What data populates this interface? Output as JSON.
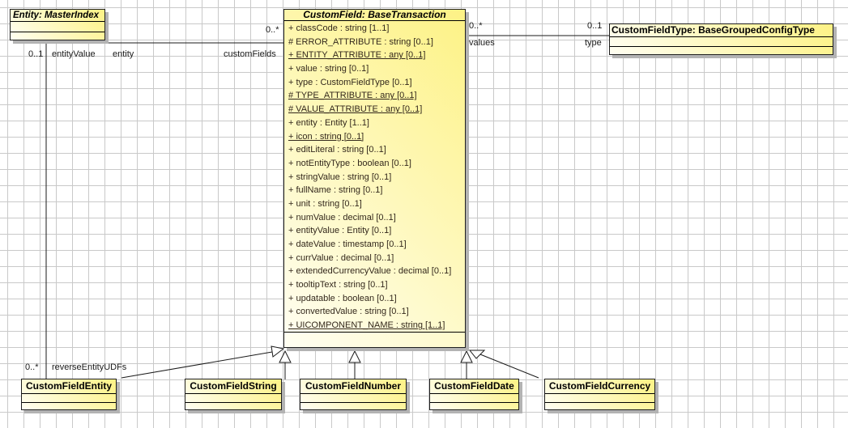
{
  "classes": {
    "entity": {
      "title": "Entity: MasterIndex",
      "abstract": true
    },
    "custom_field": {
      "title": "CustomField: BaseTransaction",
      "abstract": true,
      "attributes": [
        {
          "text": "+ classCode : string [1..1]",
          "underline": false
        },
        {
          "text": "# ERROR_ATTRIBUTE : string [0..1]",
          "underline": false
        },
        {
          "text": "+ ENTITY_ATTRIBUTE : any [0..1]",
          "underline": true
        },
        {
          "text": "+ value : string [0..1]",
          "underline": false
        },
        {
          "text": "+ type : CustomFieldType [0..1]",
          "underline": false
        },
        {
          "text": "# TYPE_ATTRIBUTE : any [0..1]",
          "underline": true
        },
        {
          "text": "# VALUE_ATTRIBUTE : any [0..1]",
          "underline": true
        },
        {
          "text": "+ entity : Entity [1..1]",
          "underline": false
        },
        {
          "text": "+ icon : string [0..1]",
          "underline": true
        },
        {
          "text": "+ editLiteral : string [0..1]",
          "underline": false
        },
        {
          "text": "+ notEntityType : boolean [0..1]",
          "underline": false
        },
        {
          "text": "+ stringValue : string [0..1]",
          "underline": false
        },
        {
          "text": "+ fullName : string [0..1]",
          "underline": false
        },
        {
          "text": "+ unit : string [0..1]",
          "underline": false
        },
        {
          "text": "+ numValue : decimal [0..1]",
          "underline": false
        },
        {
          "text": "+ entityValue : Entity [0..1]",
          "underline": false
        },
        {
          "text": "+ dateValue : timestamp [0..1]",
          "underline": false
        },
        {
          "text": "+ currValue : decimal [0..1]",
          "underline": false
        },
        {
          "text": "+ extendedCurrencyValue : decimal [0..1]",
          "underline": false
        },
        {
          "text": "+ tooltipText : string [0..1]",
          "underline": false
        },
        {
          "text": "+ updatable : boolean [0..1]",
          "underline": false
        },
        {
          "text": "+ convertedValue : string [0..1]",
          "underline": false
        },
        {
          "text": "+ UICOMPONENT_NAME : string [1..1]",
          "underline": true
        }
      ]
    },
    "custom_field_type": {
      "title": "CustomFieldType: BaseGroupedConfigType"
    },
    "subclasses": [
      {
        "title": "CustomFieldEntity"
      },
      {
        "title": "CustomFieldString"
      },
      {
        "title": "CustomFieldNumber"
      },
      {
        "title": "CustomFieldDate"
      },
      {
        "title": "CustomFieldCurrency"
      }
    ]
  },
  "labels": {
    "entity_value_mult": "0..1",
    "entity_value_role": "entityValue",
    "entity_role": "entity",
    "custom_fields_mult": "0..*",
    "custom_fields_role": "customFields",
    "values_mult": "0..*",
    "values_role": "values",
    "type_mult": "0..1",
    "type_role": "type",
    "reverse_mult": "0..*",
    "reverse_role": "reverseEntityUDFs"
  },
  "connectors": [
    {
      "type": "association",
      "from": "Entity: MasterIndex",
      "to": "CustomField: BaseTransaction",
      "labels": [
        "entity",
        "0..*",
        "customFields"
      ]
    },
    {
      "type": "association",
      "from": "Entity: MasterIndex",
      "to": "CustomFieldEntity",
      "labels": [
        "0..1",
        "entityValue",
        "0..*",
        "reverseEntityUDFs"
      ]
    },
    {
      "type": "association",
      "from": "CustomField: BaseTransaction",
      "to": "CustomFieldType: BaseGroupedConfigType",
      "labels": [
        "0..*",
        "values",
        "0..1",
        "type"
      ]
    },
    {
      "type": "generalization",
      "from": "CustomFieldEntity",
      "to": "CustomField: BaseTransaction"
    },
    {
      "type": "generalization",
      "from": "CustomFieldString",
      "to": "CustomField: BaseTransaction"
    },
    {
      "type": "generalization",
      "from": "CustomFieldNumber",
      "to": "CustomField: BaseTransaction"
    },
    {
      "type": "generalization",
      "from": "CustomFieldDate",
      "to": "CustomField: BaseTransaction"
    },
    {
      "type": "generalization",
      "from": "CustomFieldCurrency",
      "to": "CustomField: BaseTransaction"
    }
  ],
  "colors": {
    "box_fill_light": "#fffef2",
    "box_fill_dark": "#fdf285",
    "box_border": "#1f1f1f",
    "box_shadow": "#b3b3b3",
    "grid_line": "#c9c9c9",
    "title_text": "#000000",
    "attribute_text": "#33281c",
    "connector": "#1a1a1a"
  }
}
